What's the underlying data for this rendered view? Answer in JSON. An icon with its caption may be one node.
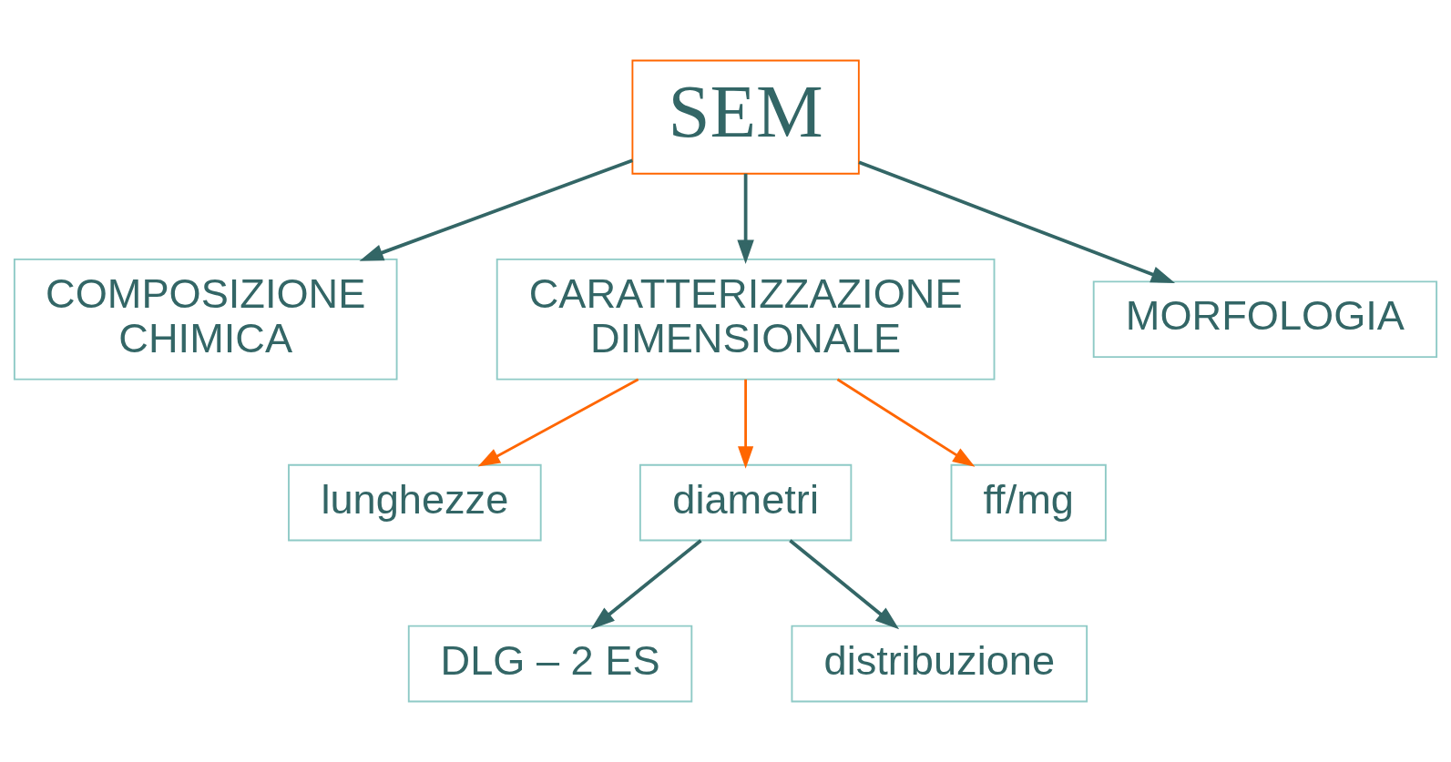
{
  "diagram": {
    "nodes": [
      {
        "text": [
          "SEM"
        ]
      },
      {
        "text": [
          "COMPOSIZIONE CHIMICA"
        ]
      },
      {
        "text": [
          "CARATTERIZZAZIONE DIMENSIONALE"
        ]
      },
      {
        "text": [
          "MORFOLOGIA"
        ]
      },
      {
        "text": [
          "lunghezze"
        ]
      },
      {
        "text": [
          "diametri"
        ]
      },
      {
        "text": [
          "ff/mg"
        ]
      },
      {
        "text": [
          "DLG – 2 ES"
        ]
      },
      {
        "text": [
          "distribuzione"
        ]
      }
    ],
    "edges": [
      {
        "from": 0,
        "to": 1,
        "arrow": "to"
      },
      {
        "from": 0,
        "to": 2,
        "arrow": "to"
      },
      {
        "from": 0,
        "to": 3,
        "arrow": "to"
      },
      {
        "from": 2,
        "to": 4,
        "arrow": "to",
        "color": "#ff6600"
      },
      {
        "from": 2,
        "to": 5,
        "arrow": "to",
        "color": "#ff6600"
      },
      {
        "from": 2,
        "to": 6,
        "arrow": "to",
        "color": "#ff6600"
      },
      {
        "from": 5,
        "to": 7,
        "arrow": "to"
      },
      {
        "from": 5,
        "to": 8,
        "arrow": "to"
      }
    ]
  }
}
